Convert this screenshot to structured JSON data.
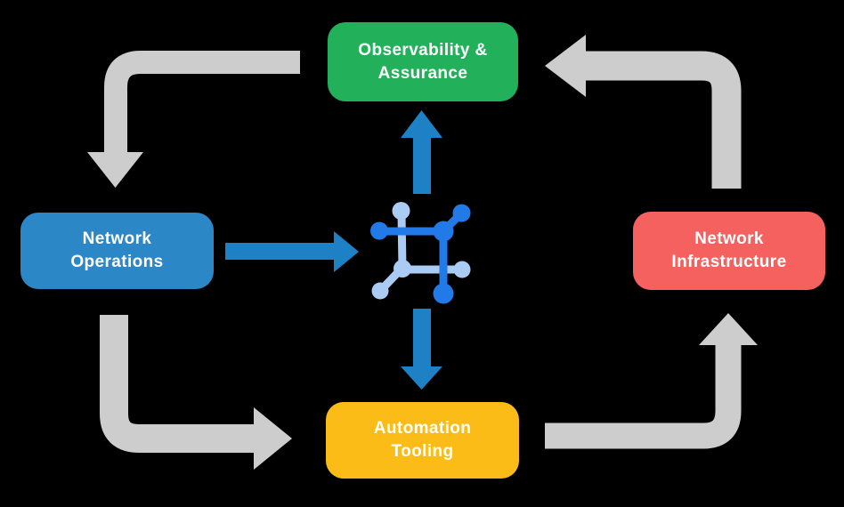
{
  "diagram": {
    "background_color": "#000000",
    "text_color": "#FFFFFF",
    "nodes": [
      {
        "id": "observability-assurance",
        "label": "Observability & Assurance",
        "line1": "Observability &",
        "line2": "Assurance",
        "color": "#22B05A"
      },
      {
        "id": "network-operations",
        "label": "Network Operations",
        "line1": "Network",
        "line2": "Operations",
        "color": "#2C87C6"
      },
      {
        "id": "network-infrastructure",
        "label": "Network Infrastructure",
        "line1": "Network",
        "line2": "Infrastructure",
        "color": "#F5615E"
      },
      {
        "id": "automation-tooling",
        "label": "Automation Tooling",
        "line1": "Automation",
        "line2": "Tooling",
        "color": "#FCBC17"
      }
    ],
    "center_icon": {
      "name": "network-topology-icon",
      "dark_color": "#227AE8",
      "light_color": "#A9CBF4"
    },
    "colors": {
      "cycle_arrow": "#CDCDCD",
      "flow_arrow": "#1E81C6"
    },
    "arrows": [
      {
        "from": "Observability & Assurance",
        "to": "Network Operations",
        "style": "cycle",
        "color": "#CDCDCD"
      },
      {
        "from": "Network Operations",
        "to": "Automation Tooling",
        "style": "cycle",
        "color": "#CDCDCD"
      },
      {
        "from": "Automation Tooling",
        "to": "Network Infrastructure",
        "style": "cycle",
        "color": "#CDCDCD"
      },
      {
        "from": "Network Infrastructure",
        "to": "Observability & Assurance",
        "style": "cycle",
        "color": "#CDCDCD"
      },
      {
        "from": "Network Operations",
        "to": "center-icon",
        "style": "flow",
        "color": "#1E81C6"
      },
      {
        "from": "center-icon",
        "to": "Observability & Assurance",
        "style": "flow",
        "color": "#1E81C6"
      },
      {
        "from": "center-icon",
        "to": "Automation Tooling",
        "style": "flow",
        "color": "#1E81C6"
      }
    ]
  }
}
